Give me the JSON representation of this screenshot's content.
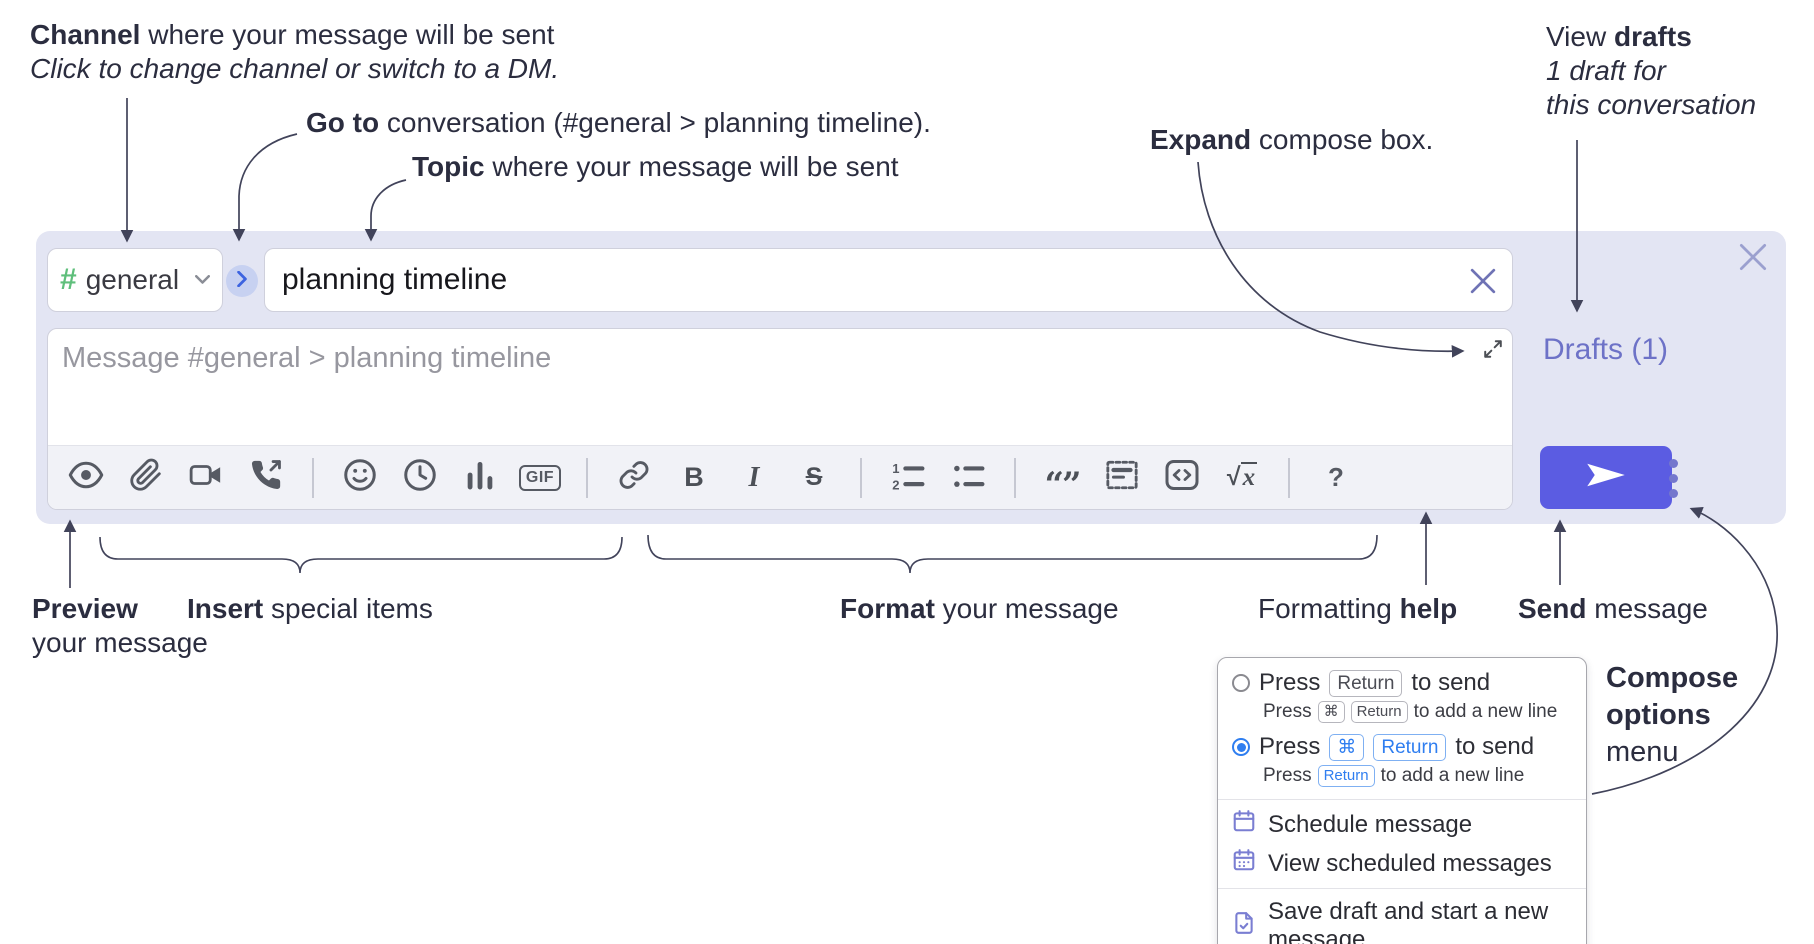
{
  "colors": {
    "container_bg": "#e3e5f3",
    "send_button": "#5b5ce2",
    "drafts_link": "#6d72c7",
    "channel_hash_green": "#5fbf7b",
    "accent_blue": "#2f7ef0",
    "menu_icon_purple": "#7a7ed2"
  },
  "annotations": {
    "channel": {
      "bold": "Channel",
      "rest": " where your message will be sent",
      "line2": "Click to change channel or switch to a DM."
    },
    "goto": {
      "bold": "Go to",
      "rest": " conversation (#general > planning timeline)."
    },
    "topic": {
      "bold": "Topic",
      "rest": " where your message will be sent"
    },
    "expand": {
      "bold": "Expand",
      "rest": " compose box."
    },
    "view_drafts": {
      "pre": "View ",
      "bold": "drafts",
      "line2": "1 draft for",
      "line3": "this conversation"
    },
    "preview": {
      "bold": "Preview",
      "line2": "your message"
    },
    "insert": {
      "bold": "Insert",
      "rest": " special items"
    },
    "format": {
      "bold": "Format",
      "rest": " your message"
    },
    "formatting_help": {
      "pre": "Formatting ",
      "bold": "help"
    },
    "send": {
      "bold": "Send",
      "rest": " message"
    },
    "compose_options": {
      "line1": "Compose",
      "line2": "options",
      "line3": "menu"
    }
  },
  "compose": {
    "channel_hash": "#",
    "channel_name": "general",
    "topic_value": "planning timeline",
    "message_placeholder": "Message #general > planning timeline",
    "drafts_label": "Drafts (1)",
    "gif_label": "GIF",
    "bold_label": "B",
    "italic_label": "I",
    "strike_label": "S",
    "quote_label": "“”",
    "sqrt_label": "√",
    "math_x": "x",
    "help_label": "?",
    "toolbar_icons": [
      "preview",
      "attach",
      "video-call",
      "voice-call",
      "emoji",
      "time",
      "poll",
      "gif",
      "link",
      "bold",
      "italic",
      "strikethrough",
      "numbered-list",
      "bulleted-list",
      "quote",
      "spoiler",
      "code",
      "math",
      "help"
    ]
  },
  "options_menu": {
    "row1": {
      "pre": "Press",
      "kbd": "Return",
      "post": "to send"
    },
    "row1_sub": {
      "pre": "Press",
      "kbd1": "⌘",
      "kbd2": "Return",
      "post": "to add a new line"
    },
    "row2": {
      "pre": "Press",
      "kbd1": "⌘",
      "kbd2": "Return",
      "post": "to send"
    },
    "row2_sub": {
      "pre": "Press",
      "kbd": "Return",
      "post": "to add a new line"
    },
    "items": {
      "schedule": "Schedule message",
      "view_scheduled": "View scheduled messages",
      "save_draft": "Save draft and start a new message"
    }
  }
}
